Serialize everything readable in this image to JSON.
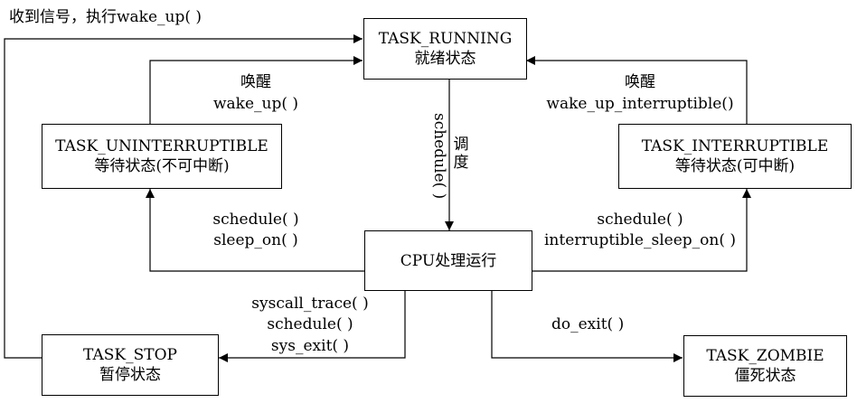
{
  "top_note": "收到信号，执行wake_up( )",
  "states": {
    "running": {
      "title": "TASK_RUNNING",
      "subtitle": "就绪状态"
    },
    "uninterruptible": {
      "title": "TASK_UNINTERRUPTIBLE",
      "subtitle": "等待状态(不可中断)"
    },
    "interruptible": {
      "title": "TASK_INTERRUPTIBLE",
      "subtitle": "等待状态(可中断)"
    },
    "cpu": {
      "title": "CPU处理运行"
    },
    "stop": {
      "title": "TASK_STOP",
      "subtitle": "暂停状态"
    },
    "zombie": {
      "title": "TASK_ZOMBIE",
      "subtitle": "僵死状态"
    }
  },
  "edges": {
    "wake_left": {
      "line1": "唤醒",
      "line2": "wake_up( )"
    },
    "wake_right": {
      "line1": "唤醒",
      "line2": "wake_up_interruptible()"
    },
    "schedule_center": {
      "code": "schedule( )",
      "cn": "调度"
    },
    "sleep_left": {
      "line1": "schedule( )",
      "line2": "sleep_on( )"
    },
    "sleep_right": {
      "line1": "schedule( )",
      "line2": "interruptible_sleep_on( )"
    },
    "stop_edge": {
      "line1": "syscall_trace( )",
      "line2": "schedule( )",
      "line3": "sys_exit( )"
    },
    "exit_edge": {
      "line1": "do_exit( )"
    }
  }
}
